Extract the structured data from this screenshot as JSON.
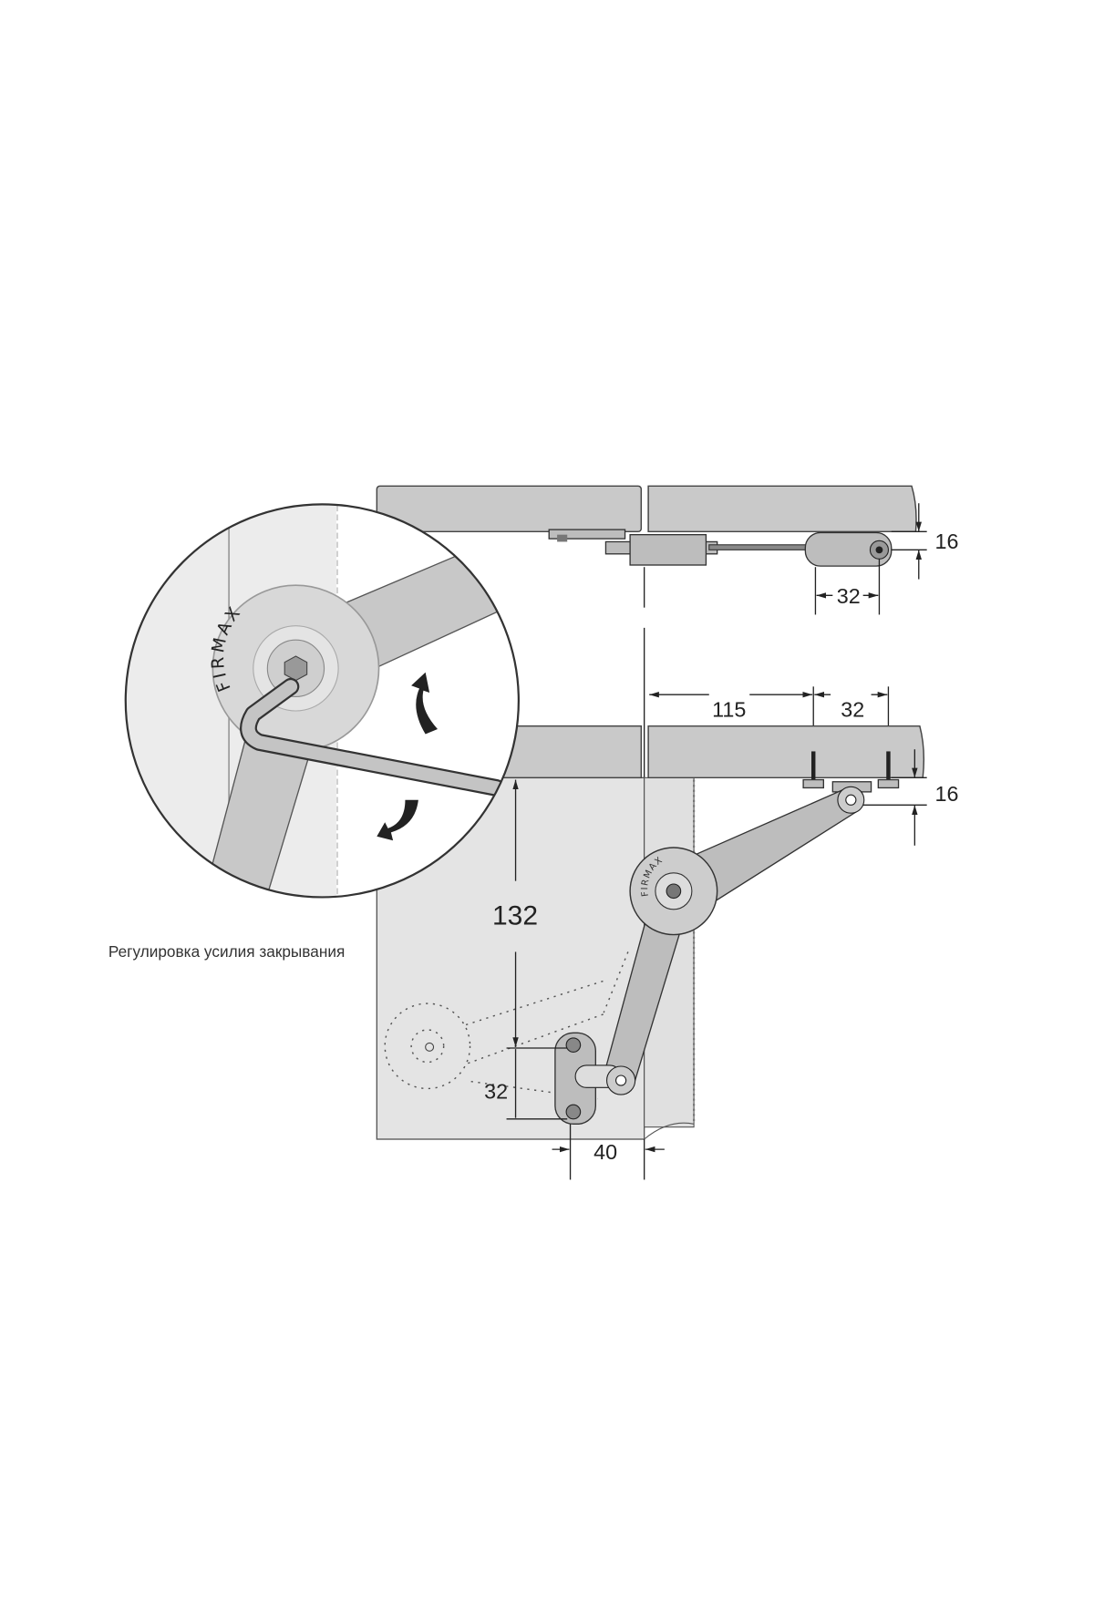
{
  "brand": "FIRMAX",
  "caption": "Регулировка усилия закрывания",
  "dimensions": {
    "top_offset": "16",
    "top_spacing": "32",
    "distance_from_side": "115",
    "screw_spacing": "32",
    "lower_offset": "16",
    "height": "132",
    "mount_spacing": "32",
    "mount_depth": "40"
  },
  "colors": {
    "panel": "#c9c9c9",
    "cabinet": "#e4e4e4",
    "metal": "#bdbdbd"
  }
}
